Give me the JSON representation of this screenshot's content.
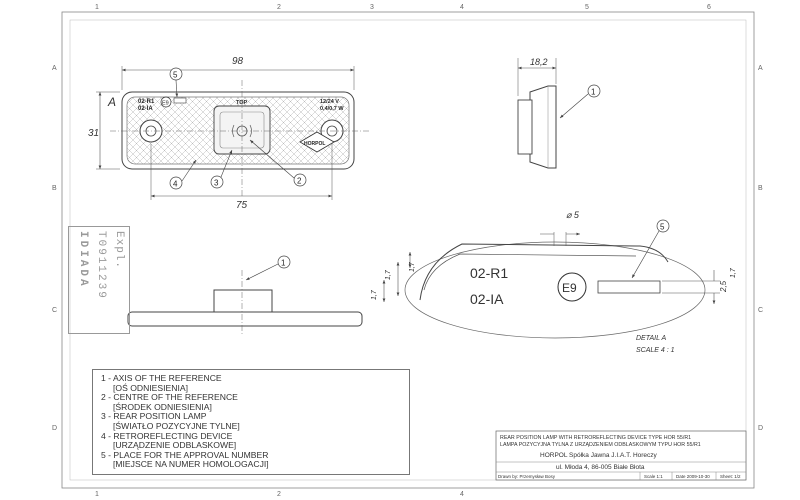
{
  "zones": {
    "columns": [
      "1",
      "2",
      "3",
      "4",
      "5",
      "6"
    ],
    "rows": [
      "A",
      "B",
      "C",
      "D"
    ]
  },
  "view_label": "A",
  "dimensions": {
    "length": "98",
    "height": "31",
    "center_distance": "75",
    "depth": "18,2",
    "lens_diameter": "⌀ 5",
    "step_1": "1,7",
    "step_2": "1,7",
    "step_3": "1,7",
    "band_height": "2,5"
  },
  "lamp_markings": {
    "code_top": "02-R1",
    "code_bottom": "02-IA",
    "e_mark": "E9",
    "top_label": "TOP",
    "voltage": "12/24 V",
    "wattage": "0,4/0,7 W",
    "brand": "HORPOL"
  },
  "callouts": [
    "1",
    "2",
    "3",
    "4",
    "5"
  ],
  "detail": {
    "code_top": "02-R1",
    "code_bottom": "02-IA",
    "e_mark": "E9",
    "caption": "DETAIL A",
    "scale": "SCALE 4 : 1"
  },
  "stamp": {
    "line1": "Expl.",
    "line2": "T0911239",
    "line3": "IDIADA"
  },
  "legend": [
    {
      "number": "1 -",
      "en": "AXIS OF THE REFERENCE",
      "pl": "[OŚ ODNIESIENIA]"
    },
    {
      "number": "2 -",
      "en": "CENTRE OF THE REFERENCE",
      "pl": "[ŚRODEK ODNIESIENIA]"
    },
    {
      "number": "3 -",
      "en": "REAR POSITION LAMP",
      "pl": "[ŚWIATŁO POZYCYJNE TYLNE]"
    },
    {
      "number": "4 -",
      "en": "RETROREFLECTING DEVICE",
      "pl": "[URZĄDZENIE ODBLASKOWE]"
    },
    {
      "number": "5 -",
      "en": "PLACE FOR THE APPROVAL NUMBER",
      "pl": "[MIEJSCE NA NUMER HOMOLOGACJI]"
    }
  ],
  "title_block": {
    "title_en": "REAR POSITION LAMP WITH RETROREFLECTING DEVICE TYPE HOR 55/R1",
    "title_pl": "LAMPA POZYCYJNA TYLNA Z URZĄDZENIEM ODBLASKOWYM TYPU HOR 55/R1",
    "company": "HORPOL Spółka Jawna   J.I.A.T. Horeczy",
    "address": "ul. Młoda 4, 86-005 Białe Błota",
    "drawn_by": "Drawn by:  Przemysław Bosy",
    "scale": "Scale 1:1",
    "date": "Date 2009-10-30",
    "sheet": "Sheet: 1/2"
  }
}
